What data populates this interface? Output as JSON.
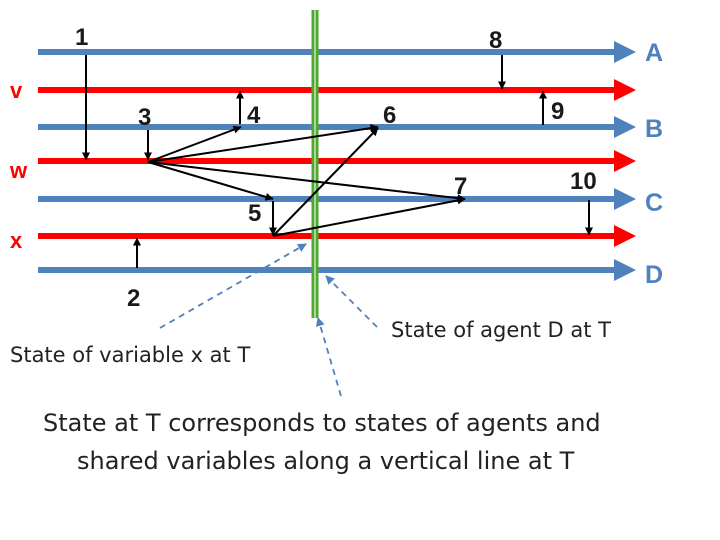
{
  "colors": {
    "agent": "#4f81bd",
    "variable": "#ff0000",
    "agent_label": "#4f81bd",
    "variable_label": "#ff0000",
    "time_line": "#4ea72e",
    "message": "#000000",
    "pointer": "#4f81bd"
  },
  "lanes": [
    {
      "id": "A",
      "kind": "agent",
      "label": "A"
    },
    {
      "id": "v",
      "kind": "variable",
      "label": "v"
    },
    {
      "id": "B",
      "kind": "agent",
      "label": "B"
    },
    {
      "id": "w",
      "kind": "variable",
      "label": "w"
    },
    {
      "id": "C",
      "kind": "agent",
      "label": "C"
    },
    {
      "id": "x",
      "kind": "variable",
      "label": "x"
    },
    {
      "id": "D",
      "kind": "agent",
      "label": "D"
    }
  ],
  "events": [
    {
      "id": "e1",
      "label": "1"
    },
    {
      "id": "e2",
      "label": "2"
    },
    {
      "id": "e3",
      "label": "3"
    },
    {
      "id": "e4",
      "label": "4"
    },
    {
      "id": "e5",
      "label": "5"
    },
    {
      "id": "e6",
      "label": "6"
    },
    {
      "id": "e7",
      "label": "7"
    },
    {
      "id": "e8",
      "label": "8"
    },
    {
      "id": "e9",
      "label": "9"
    },
    {
      "id": "e10",
      "label": "10"
    }
  ],
  "annotations": {
    "variable_state": "State of variable x at T",
    "agent_state": "State of agent D at T",
    "caption_line1": "State at T corresponds to states of agents and",
    "caption_line2": "shared variables along a vertical line at T"
  }
}
